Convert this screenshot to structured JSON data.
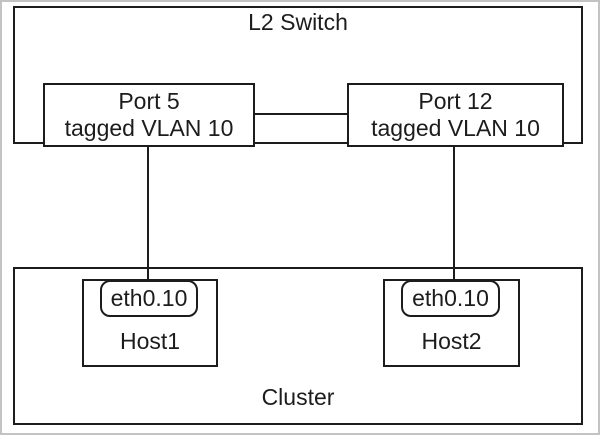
{
  "diagram": {
    "switch": {
      "label": "L2 Switch"
    },
    "ports": [
      {
        "name": "Port 5",
        "vlan": "tagged VLAN 10"
      },
      {
        "name": "Port 12",
        "vlan": "tagged VLAN 10"
      }
    ],
    "cluster": {
      "label": "Cluster"
    },
    "hosts": [
      {
        "name": "Host1",
        "interface": "eth0.10"
      },
      {
        "name": "Host2",
        "interface": "eth0.10"
      }
    ],
    "colors": {
      "line": "#1c1c1c",
      "background": "#ffffff",
      "frame": "#c3c3c3"
    }
  }
}
